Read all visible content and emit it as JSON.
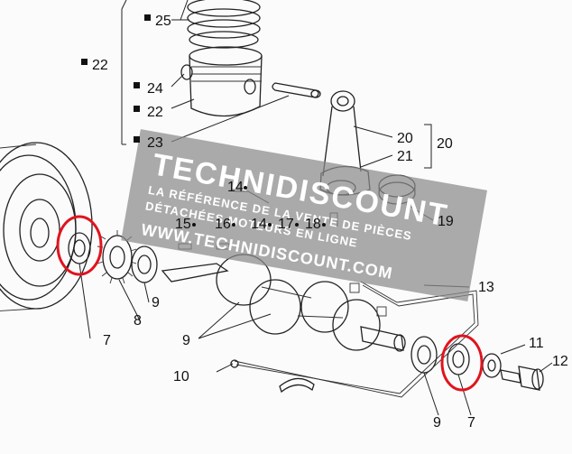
{
  "labels": {
    "l25": "25",
    "l22a": "22",
    "l24": "24",
    "l22b": "22",
    "l23": "23",
    "l20a": "20",
    "l20b": "20",
    "l21": "21",
    "l19": "19",
    "l14": "14",
    "l15": "15",
    "l16": "16",
    "l14b": "14",
    "l17": "17",
    "l18": "18",
    "l13": "13",
    "l7a": "7",
    "l8": "8",
    "l9a": "9",
    "l9b": "9",
    "l10": "10",
    "l9c": "9",
    "l7b": "7",
    "l11": "11",
    "l12": "12"
  },
  "watermark": {
    "brand": "TECHNIDISCOUNT",
    "line1": "LA RÉFÉRENCE DE LA VENTE DE PIÈCES",
    "line2": "DÉTACHÉES MOTEURS EN LIGNE",
    "url": "WWW.TECHNIDISCOUNT.COM"
  },
  "colors": {
    "highlight": "#e0141e",
    "watermark_band": "#8a8a8a"
  }
}
